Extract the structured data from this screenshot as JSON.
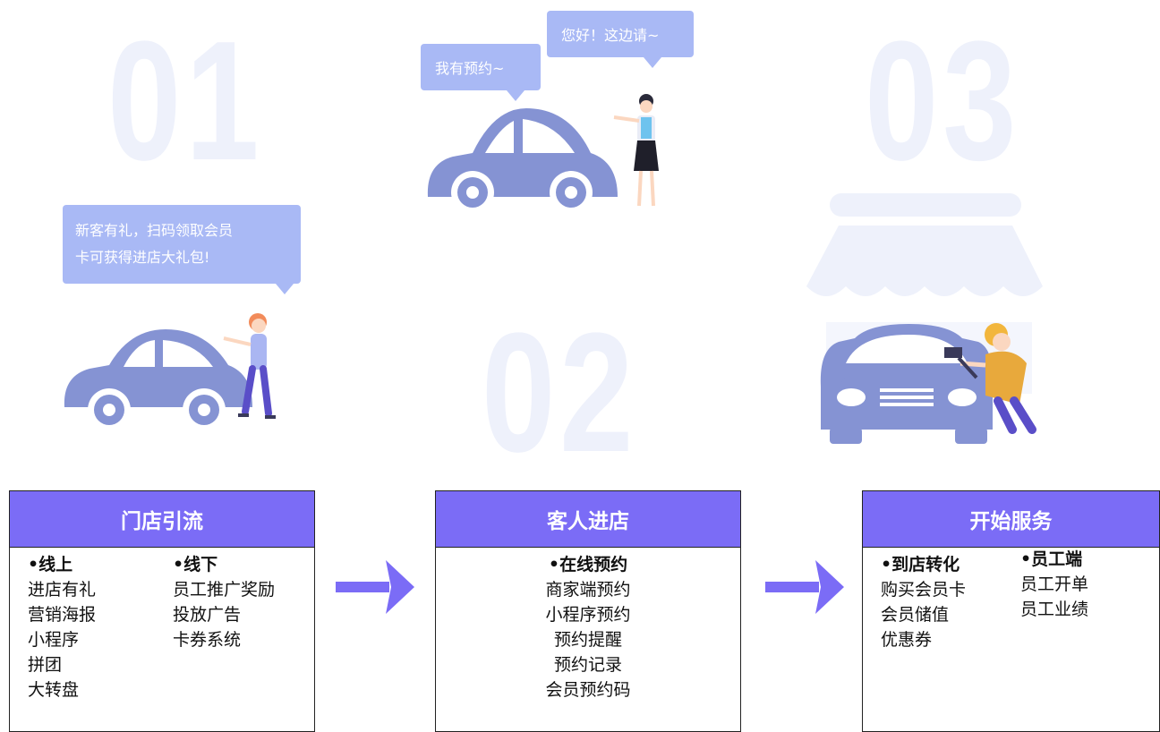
{
  "steps": [
    {
      "number": "01",
      "bubble": [
        "新客有礼，扫码领取会员",
        "卡可获得进店大礼包!"
      ],
      "title": "门店引流",
      "groups": [
        {
          "heading": "•线上",
          "items": [
            "进店有礼",
            "营销海报",
            "小程序",
            "拼团",
            "大转盘"
          ]
        },
        {
          "heading": "•线下",
          "items": [
            "员工推广奖励",
            "投放广告",
            "卡券系统"
          ]
        }
      ]
    },
    {
      "number": "02",
      "bubble_customer": "我有预约~",
      "bubble_staff": "您好！这边请~",
      "title": "客人进店",
      "groups": [
        {
          "heading": "•在线预约",
          "items": [
            "商家端预约",
            "小程序预约",
            "预约提醒",
            "预约记录",
            "会员预约码"
          ]
        }
      ]
    },
    {
      "number": "03",
      "title": "开始服务",
      "groups": [
        {
          "heading": "•到店转化",
          "items": [
            "购买会员卡",
            "会员储值",
            "优惠券"
          ]
        },
        {
          "heading": "•员工端",
          "items": [
            "员工开单",
            "员工业绩"
          ]
        }
      ]
    }
  ],
  "colors": {
    "header": "#7b6cf6",
    "bubble": "#a9b9f5",
    "car": "#8593d3",
    "number": "#eef1fb"
  }
}
